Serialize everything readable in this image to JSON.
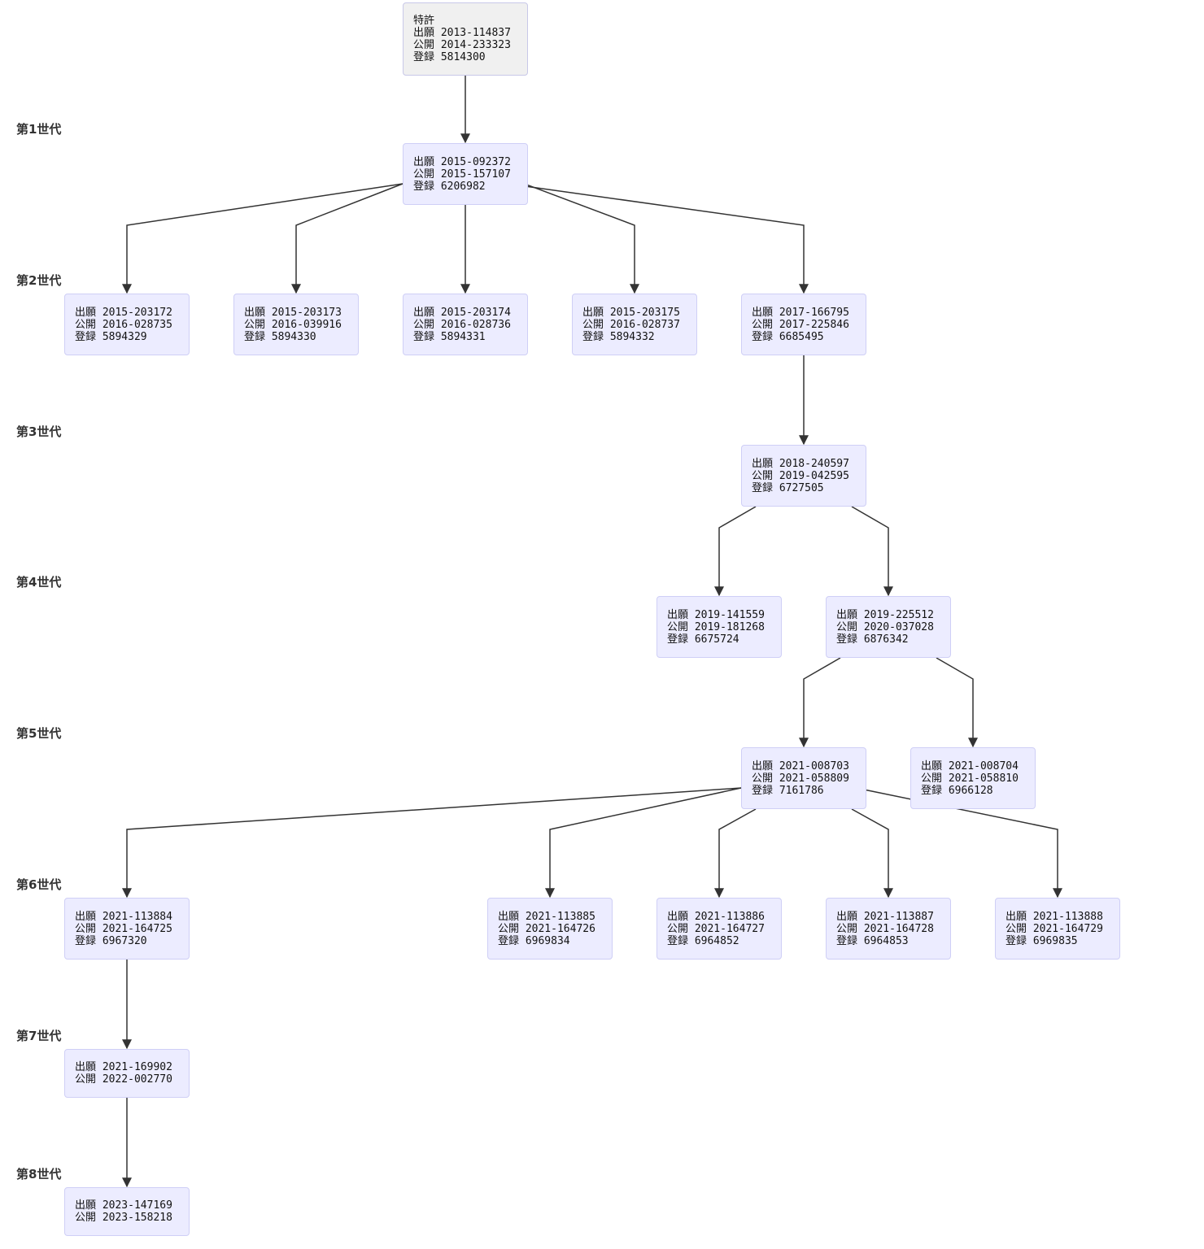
{
  "generations": [
    "第1世代",
    "第2世代",
    "第3世代",
    "第4世代",
    "第5世代",
    "第6世代",
    "第7世代",
    "第8世代"
  ],
  "nodes": [
    {
      "id": "root",
      "type": "特許",
      "lines": [
        "出願 2013-114837",
        "公開 2014-233323",
        "登録 5814300"
      ]
    },
    {
      "id": "g1",
      "lines": [
        "出願 2015-092372",
        "公開 2015-157107",
        "登録 6206982"
      ]
    },
    {
      "id": "g2a",
      "lines": [
        "出願 2015-203172",
        "公開 2016-028735",
        "登録 5894329"
      ]
    },
    {
      "id": "g2b",
      "lines": [
        "出願 2015-203173",
        "公開 2016-039916",
        "登録 5894330"
      ]
    },
    {
      "id": "g2c",
      "lines": [
        "出願 2015-203174",
        "公開 2016-028736",
        "登録 5894331"
      ]
    },
    {
      "id": "g2d",
      "lines": [
        "出願 2015-203175",
        "公開 2016-028737",
        "登録 5894332"
      ]
    },
    {
      "id": "g2e",
      "lines": [
        "出願 2017-166795",
        "公開 2017-225846",
        "登録 6685495"
      ]
    },
    {
      "id": "g3",
      "lines": [
        "出願 2018-240597",
        "公開 2019-042595",
        "登録 6727505"
      ]
    },
    {
      "id": "g4a",
      "lines": [
        "出願 2019-141559",
        "公開 2019-181268",
        "登録 6675724"
      ]
    },
    {
      "id": "g4b",
      "lines": [
        "出願 2019-225512",
        "公開 2020-037028",
        "登録 6876342"
      ]
    },
    {
      "id": "g5a",
      "lines": [
        "出願 2021-008703",
        "公開 2021-058809",
        "登録 7161786"
      ]
    },
    {
      "id": "g5b",
      "lines": [
        "出願 2021-008704",
        "公開 2021-058810",
        "登録 6966128"
      ]
    },
    {
      "id": "g6a",
      "lines": [
        "出願 2021-113884",
        "公開 2021-164725",
        "登録 6967320"
      ]
    },
    {
      "id": "g6b",
      "lines": [
        "出願 2021-113885",
        "公開 2021-164726",
        "登録 6969834"
      ]
    },
    {
      "id": "g6c",
      "lines": [
        "出願 2021-113886",
        "公開 2021-164727",
        "登録 6964852"
      ]
    },
    {
      "id": "g6d",
      "lines": [
        "出願 2021-113887",
        "公開 2021-164728",
        "登録 6964853"
      ]
    },
    {
      "id": "g6e",
      "lines": [
        "出願 2021-113888",
        "公開 2021-164729",
        "登録 6969835"
      ]
    },
    {
      "id": "g7",
      "lines": [
        "出願 2021-169902",
        "公開 2022-002770"
      ]
    },
    {
      "id": "g8",
      "lines": [
        "出願 2023-147169",
        "公開 2023-158218"
      ]
    }
  ],
  "edges": [
    [
      "root",
      "g1"
    ],
    [
      "g1",
      "g2a"
    ],
    [
      "g1",
      "g2b"
    ],
    [
      "g1",
      "g2c"
    ],
    [
      "g1",
      "g2d"
    ],
    [
      "g1",
      "g2e"
    ],
    [
      "g2e",
      "g3"
    ],
    [
      "g3",
      "g4a"
    ],
    [
      "g3",
      "g4b"
    ],
    [
      "g4b",
      "g5a"
    ],
    [
      "g4b",
      "g5b"
    ],
    [
      "g5a",
      "g6a"
    ],
    [
      "g5a",
      "g6b"
    ],
    [
      "g5a",
      "g6c"
    ],
    [
      "g5a",
      "g6d"
    ],
    [
      "g5a",
      "g6e"
    ],
    [
      "g6a",
      "g7"
    ],
    [
      "g7",
      "g8"
    ]
  ]
}
